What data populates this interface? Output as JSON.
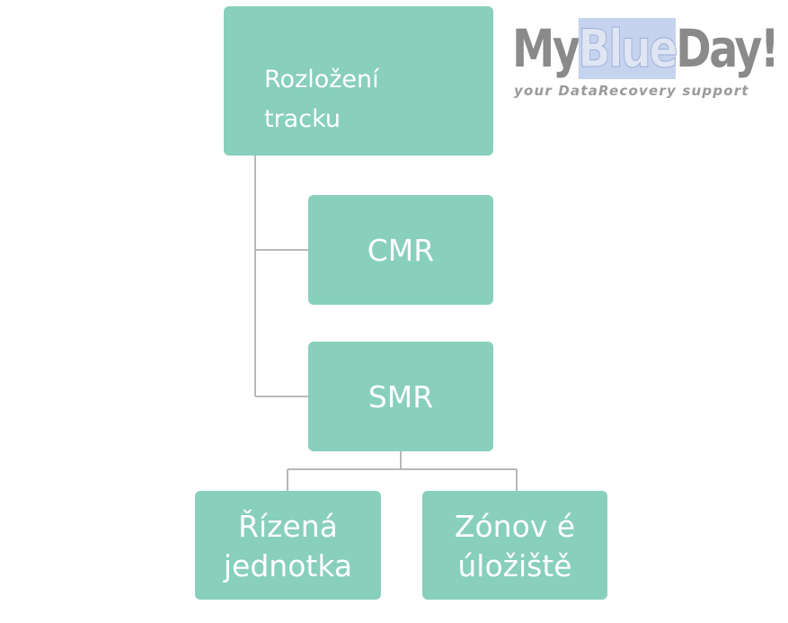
{
  "nodes": {
    "root": "Rozložení\ntracku",
    "cmr": "CMR",
    "smr": "SMR",
    "rizena": "Řízená\njednotka",
    "zonove": "Zónov é\núložiště"
  },
  "logo": {
    "part1": "My",
    "part2": "Blue",
    "part3": "Day!",
    "tagline": "your DataRecovery support"
  },
  "colors": {
    "node_fill": "#88cfbc",
    "node_text": "#ffffff",
    "connector": "#b8b8b8",
    "logo_gray": "#8a8a8a",
    "logo_blue": "#c6d3ee"
  }
}
